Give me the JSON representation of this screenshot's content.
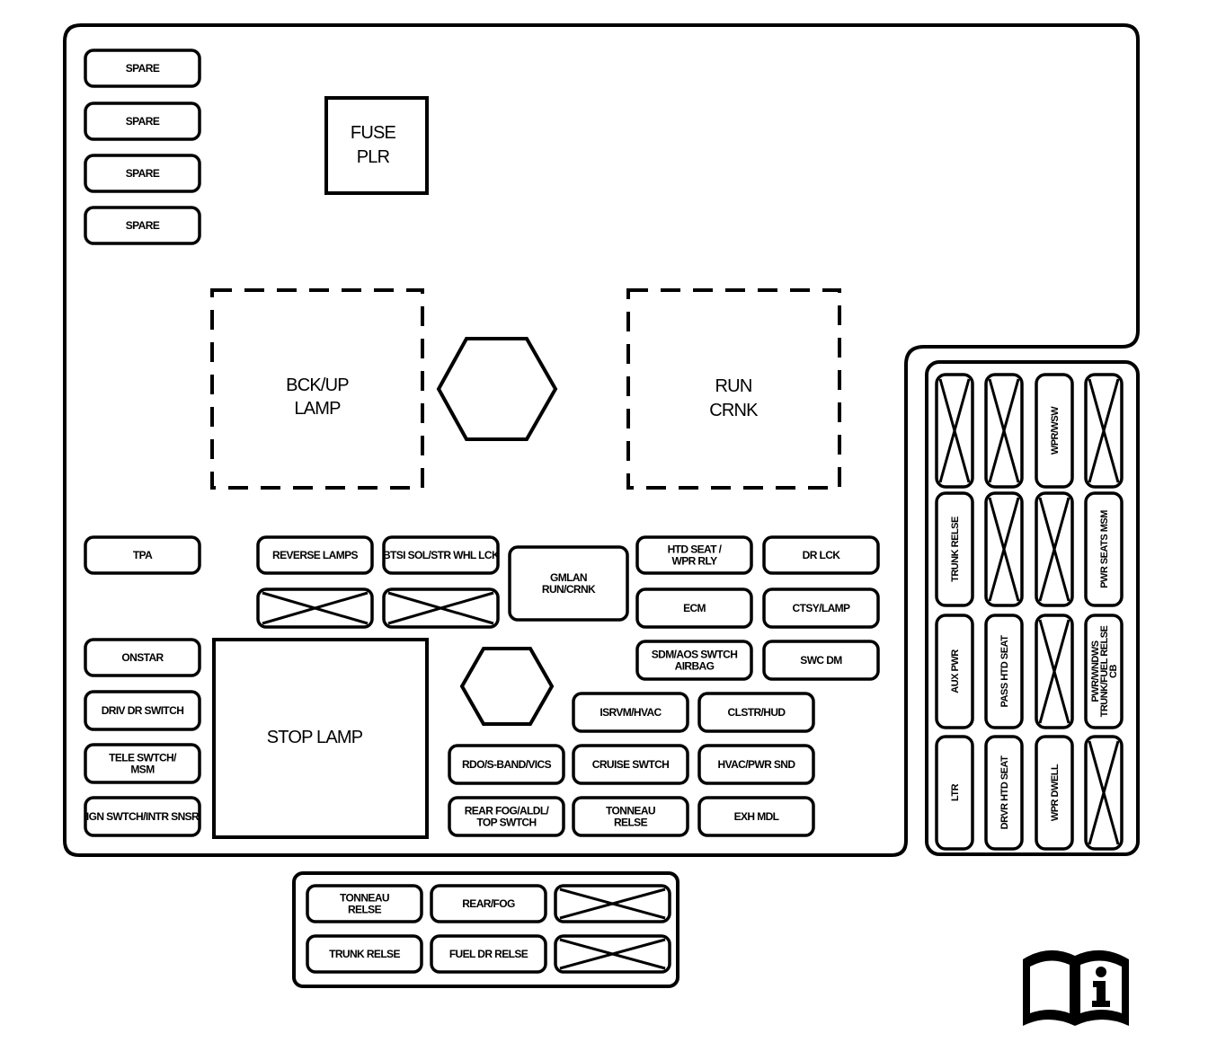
{
  "diagram": {
    "big_labels": {
      "fuse_plr": [
        "FUSE",
        "PLR"
      ],
      "bckup_lamp": [
        "BCK/UP",
        "LAMP"
      ],
      "run_crnk": [
        "RUN",
        "CRNK"
      ],
      "stop_lamp": [
        "STOP LAMP"
      ]
    },
    "fuses": {
      "spare1": [
        "SPARE"
      ],
      "spare2": [
        "SPARE"
      ],
      "spare3": [
        "SPARE"
      ],
      "spare4": [
        "SPARE"
      ],
      "tpa": [
        "TPA"
      ],
      "onstar": [
        "ONSTAR"
      ],
      "drv_dr_switch": [
        "DRIV DR SWITCH"
      ],
      "tele_swtch": [
        "TELE SWTCH/",
        "MSM"
      ],
      "ign_swtch": [
        "IGN SWTCH/INTR SNSR"
      ],
      "reverse_lamps": [
        "REVERSE LAMPS"
      ],
      "btsi": [
        "BTSI SOL/STR WHL LCK"
      ],
      "gmlan": [
        "GMLAN",
        "RUN/CRNK"
      ],
      "htd_seat": [
        "HTD SEAT /",
        "WPR RLY"
      ],
      "dr_lck": [
        "DR LCK"
      ],
      "ecm": [
        "ECM"
      ],
      "ctsy_lamp": [
        "CTSY/LAMP"
      ],
      "sdm": [
        "SDM/AOS SWTCH",
        "AIRBAG"
      ],
      "swc_dm": [
        "SWC DM"
      ],
      "isrvm": [
        "ISRVM/HVAC"
      ],
      "clstr": [
        "CLSTR/HUD"
      ],
      "rdo": [
        "RDO/S-BAND/VICS"
      ],
      "cruise": [
        "CRUISE SWTCH"
      ],
      "hvac_pwr": [
        "HVAC/PWR SND"
      ],
      "rear_fog_aldl": [
        "REAR FOG/ALDL/",
        "TOP SWTCH"
      ],
      "tonneau_relse": [
        "TONNEAU",
        "RELSE"
      ],
      "exh_mdl": [
        "EXH MDL"
      ],
      "tonneau_relse_2": [
        "TONNEAU",
        "RELSE"
      ],
      "rear_fog": [
        "REAR/FOG"
      ],
      "trunk_relse_2": [
        "TRUNK RELSE"
      ],
      "fuel_dr_relse": [
        "FUEL DR RELSE"
      ],
      "wpr_wsw": [
        "WPR/WSW"
      ],
      "trunk_relse": [
        "TRUNK RELSE"
      ],
      "pwr_seats_msm": [
        "PWR SEATS MSM"
      ],
      "aux_pwr": [
        "AUX PWR"
      ],
      "pass_htd_seat": [
        "PASS HTD SEAT"
      ],
      "pwr_wndws": [
        "PWR/WNDWS",
        "TRUNK/FUEL RELSE",
        "CB"
      ],
      "ltr": [
        "LTR"
      ],
      "drvr_htd_seat": [
        "DRVR HTD SEAT"
      ],
      "wpr_dwell": [
        "WPR DWELL"
      ]
    },
    "icons": {
      "info_manual": "book-info-icon"
    }
  }
}
